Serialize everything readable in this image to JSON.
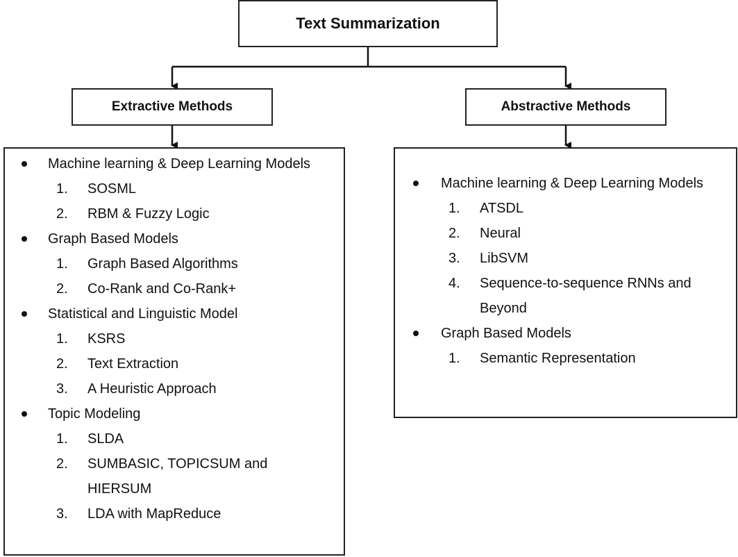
{
  "root": {
    "title": "Text Summarization"
  },
  "extractive": {
    "title": "Extractive Methods",
    "categories": [
      {
        "label": "Machine learning & Deep Learning Models",
        "items": [
          {
            "num": "1.",
            "label": "SOSML"
          },
          {
            "num": "2.",
            "label": "RBM & Fuzzy Logic"
          }
        ]
      },
      {
        "label": "Graph Based Models",
        "items": [
          {
            "num": "1.",
            "label": "Graph Based Algorithms"
          },
          {
            "num": "2.",
            "label": "Co-Rank and Co-Rank+"
          }
        ]
      },
      {
        "label": "Statistical and Linguistic Model",
        "items": [
          {
            "num": "1.",
            "label": "KSRS"
          },
          {
            "num": "2.",
            "label": "Text Extraction"
          },
          {
            "num": "3.",
            "label": "A Heuristic Approach"
          }
        ]
      },
      {
        "label": "Topic Modeling",
        "items": [
          {
            "num": "1.",
            "label": "SLDA"
          },
          {
            "num": "2.",
            "label": "SUMBASIC, TOPICSUM and HIERSUM"
          },
          {
            "num": "3.",
            "label": "LDA with MapReduce"
          }
        ]
      }
    ]
  },
  "abstractive": {
    "title": "Abstractive Methods",
    "categories": [
      {
        "label": "Machine learning & Deep Learning Models",
        "items": [
          {
            "num": "1.",
            "label": "ATSDL"
          },
          {
            "num": "2.",
            "label": "Neural"
          },
          {
            "num": "3.",
            "label": "LibSVM"
          },
          {
            "num": "4.",
            "label": "Sequence-to-sequence RNNs and Beyond"
          }
        ]
      },
      {
        "label": "Graph Based Models",
        "items": [
          {
            "num": "1.",
            "label": "Semantic Representation"
          }
        ]
      }
    ]
  }
}
